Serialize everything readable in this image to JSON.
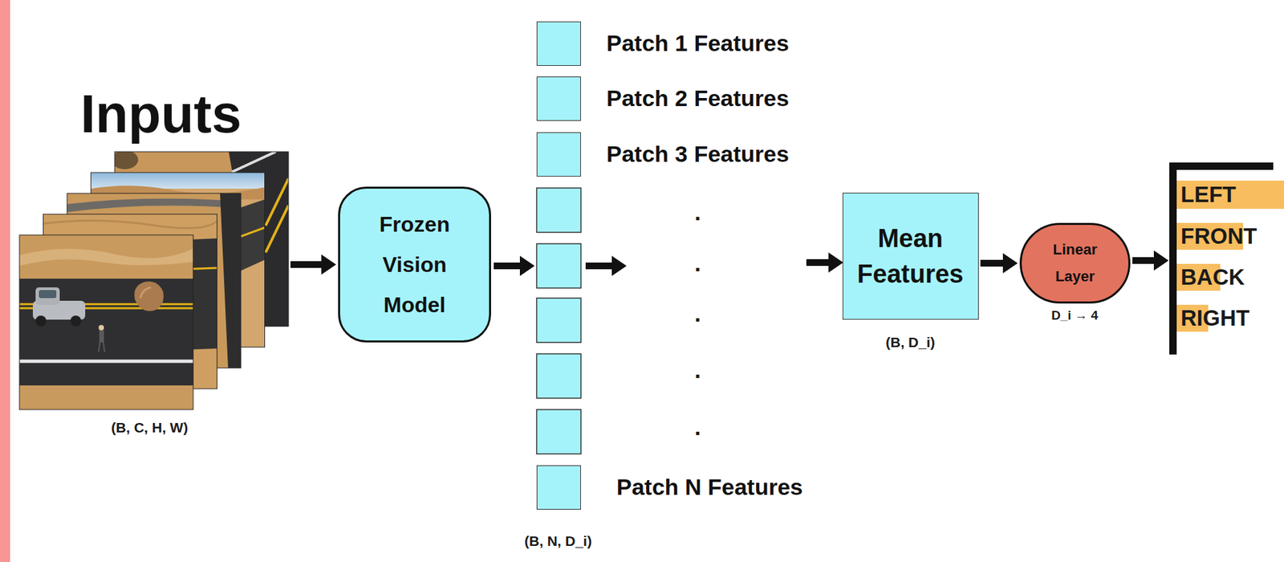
{
  "diagram": {
    "nodes": [
      {
        "text": [
          "Inputs"
        ]
      },
      {
        "text": [
          "Frozen Vision Model"
        ]
      },
      {
        "text": [
          "Patch 1 Features"
        ]
      },
      {
        "text": [
          "Patch 2 Features"
        ]
      },
      {
        "text": [
          "Patch 3 Features"
        ]
      },
      {
        "text": [
          "Patch N Features"
        ]
      },
      {
        "text": [
          "Mean Features"
        ]
      },
      {
        "text": [
          "Linear Layer"
        ]
      }
    ],
    "edges": [
      {
        "from": 0,
        "to": 1,
        "arrow": "to"
      },
      {
        "from": 6,
        "to": 7,
        "arrow": "to"
      }
    ],
    "labels": [
      "(B, C, H, W)",
      ".",
      ".",
      ".",
      ".",
      ".",
      "(B, N, D_i)",
      "(B, D_i)",
      "D_i → 4",
      "LEFT",
      "FRONT",
      "BACK",
      "RIGHT"
    ]
  }
}
